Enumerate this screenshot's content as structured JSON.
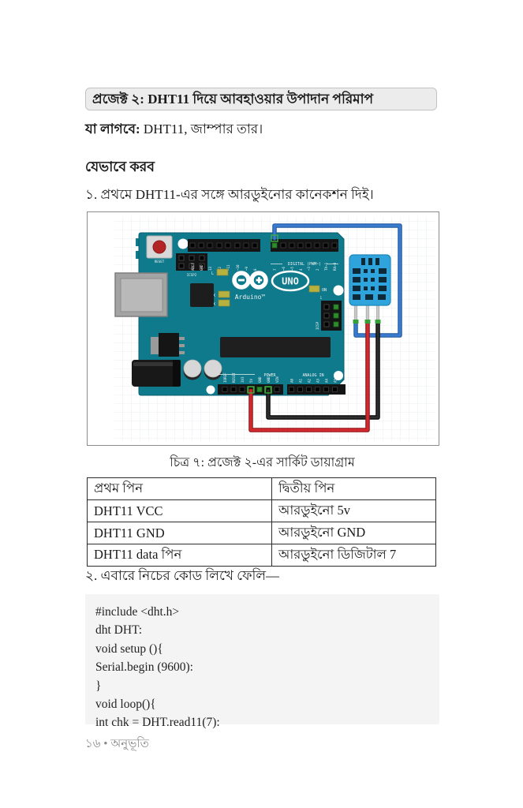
{
  "content": {
    "project_heading": "প্রজেক্ট ২: DHT11 দিয়ে আবহাওয়ার উপাদান পরিমাপ",
    "requirements_label": "যা লাগবে:",
    "requirements_text": " DHT11, জাম্পার তার।",
    "how_to_heading": "যেভাবে করব",
    "step1_text": "১. প্রথমে DHT11-এর সঙ্গে আরডুইনোর কানেকশন দিই।",
    "figure_caption": "চিত্র ৭: প্রজেক্ট ২-এর সার্কিট ডায়াগ্রাম",
    "step2_text": "২. এবারে নিচের কোড লিখে ফেলি—"
  },
  "pin_table": {
    "headers": [
      "প্রথম পিন",
      "দ্বিতীয় পিন"
    ],
    "rows": [
      [
        "DHT11 VCC",
        "আরডুইনো 5v"
      ],
      [
        "DHT11 GND",
        "আরডুইনো GND"
      ],
      [
        "DHT11 data পিন",
        "আরডুইনো ডিজিটাল 7"
      ]
    ]
  },
  "code_block": {
    "lines": [
      "#include <dht.h>",
      "dht DHT:",
      "void setup (){",
      "Serial.begin (9600):",
      "}",
      "void loop(){",
      "int chk = DHT.read11(7):"
    ]
  },
  "footer": {
    "page_number": "১৬",
    "separator": "•",
    "book_title": "অনুভূতি"
  },
  "circuit_diagram": {
    "board_labels": {
      "reset": "RESET",
      "icsp2": "ICSP2",
      "digital": "DIGITAL (PWM~)",
      "l_led": "L",
      "tx": "TX",
      "rx": "RX",
      "brand": "Arduino™",
      "uno": "UNO",
      "on": "ON",
      "icsp": "ICSP",
      "icsp_pin1": "1",
      "power": "POWER",
      "analog_in": "ANALOG IN"
    },
    "digital_pin_labels": [
      "AREF",
      "GND",
      "13",
      "12",
      "~11",
      "~10",
      "~9",
      "8",
      "7",
      "~6",
      "~5",
      "4",
      "~3",
      "2",
      "TX→1",
      "RX←0"
    ],
    "power_pin_labels": [
      "IOREF",
      "RESET",
      "3V3",
      "5V",
      "GND",
      "GND",
      "VIN"
    ],
    "analog_pin_labels": [
      "A0",
      "A1",
      "A2",
      "A3",
      "A4",
      "A5"
    ],
    "colors": {
      "board": "#0f7a8c",
      "dht11_body": "#2fa3dc",
      "wire_data": "#3a7bd0",
      "wire_power": "#d42a2e",
      "wire_ground": "#2e2e2e"
    }
  }
}
